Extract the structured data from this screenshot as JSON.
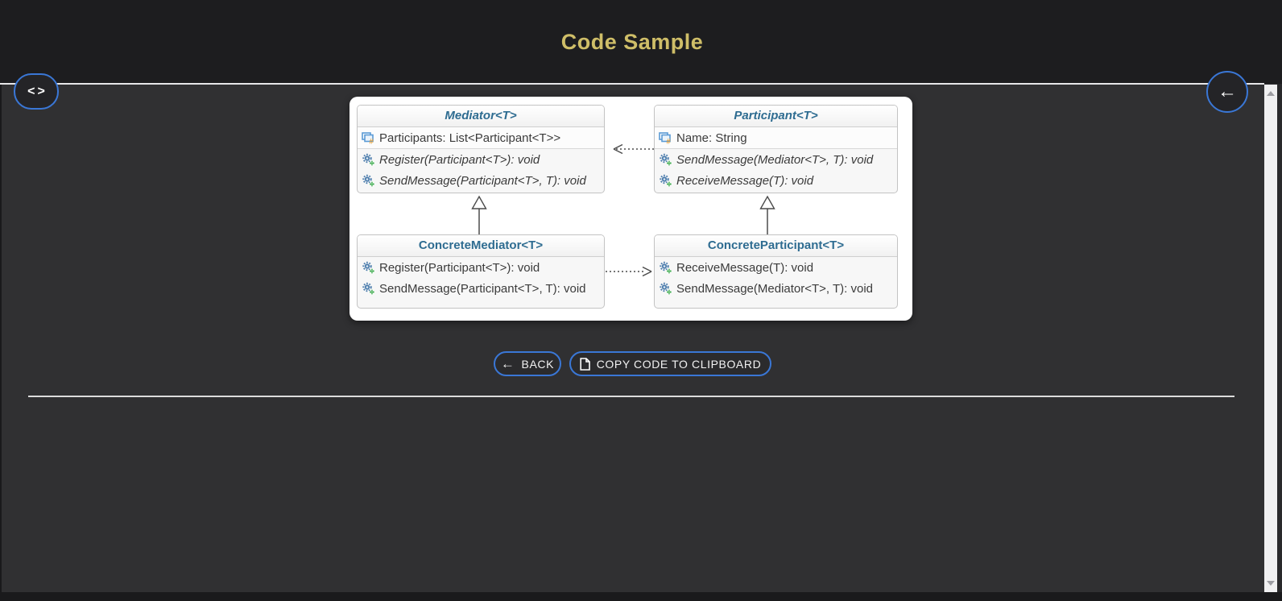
{
  "header": {
    "title": "Code Sample"
  },
  "nav": {
    "code_toggle_label": "<>",
    "back_arrow": "←"
  },
  "diagram": {
    "classes": [
      {
        "name": "Mediator<T>",
        "attributes": [
          "Participants: List<Participant<T>>"
        ],
        "methods": [
          "Register(Participant<T>): void",
          "SendMessage(Participant<T>, T): void"
        ]
      },
      {
        "name": "Participant<T>",
        "attributes": [
          "Name: String"
        ],
        "methods": [
          "SendMessage(Mediator<T>, T): void",
          "ReceiveMessage(T): void"
        ]
      },
      {
        "name": "ConcreteMediator<T>",
        "attributes": [],
        "methods": [
          "Register(Participant<T>): void",
          "SendMessage(Participant<T>, T): void"
        ]
      },
      {
        "name": "ConcreteParticipant<T>",
        "attributes": [],
        "methods": [
          "ReceiveMessage(T): void",
          "SendMessage(Mediator<T>, T): void"
        ]
      }
    ],
    "relations": [
      "Participant depends-on Mediator (dashed arrow left)",
      "ConcreteMediator depends-on ConcreteParticipant (dashed arrow right)",
      "ConcreteMediator inherits Mediator (hollow triangle)",
      "ConcreteParticipant inherits Participant (hollow triangle)"
    ]
  },
  "actions": {
    "back": {
      "label": "BACK",
      "arrow": "←"
    },
    "copy": {
      "label": "COPY CODE TO CLIPBOARD"
    }
  },
  "icons": {
    "code-toggle-icon": "<>",
    "back-arrow-icon": "←",
    "file-icon": "document outline with folded corner",
    "field-icon": "blue window with orange #",
    "method-icon": "blue gear with green plus",
    "scroll-up-icon": "▲",
    "scroll-down-icon": "▼"
  },
  "colors": {
    "header_bg": "#1d1d1f",
    "page_bg": "#303032",
    "title_gold": "#cfbe68",
    "accent_blue": "#3a77d6",
    "class_title_blue": "#2e6c91"
  }
}
